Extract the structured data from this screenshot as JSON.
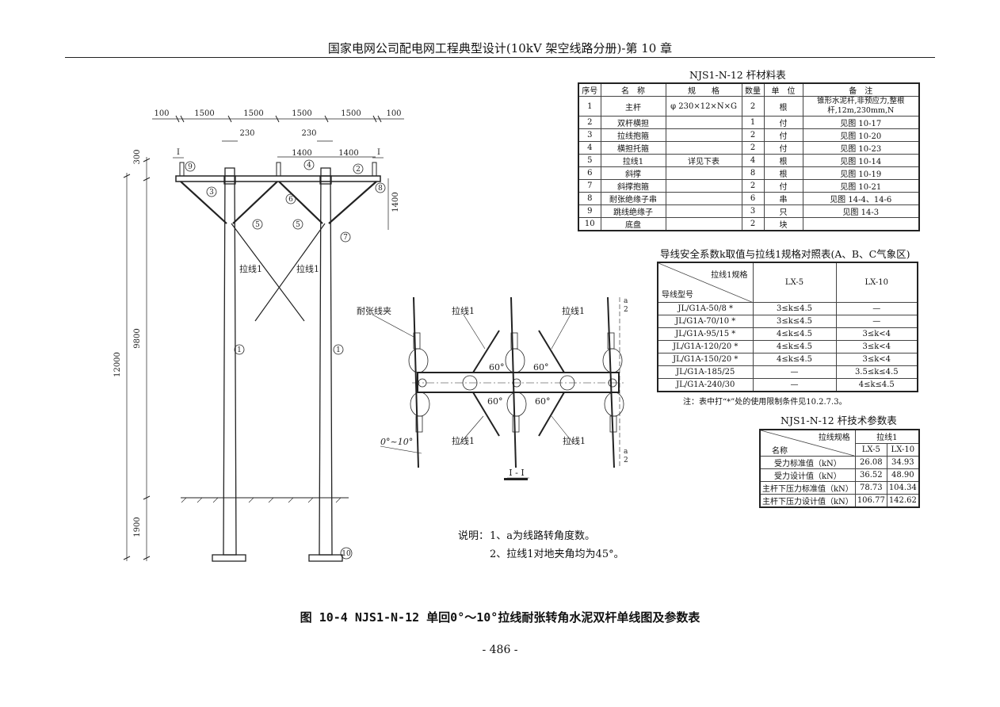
{
  "header": {
    "title": "国家电网公司配电网工程典型设计(10kV 架空线路分册)-第 10 章"
  },
  "materials_table": {
    "title": "NJS1-N-12 杆材料表",
    "headers": [
      "序号",
      "名　称",
      "规　　格",
      "数量",
      "单　位",
      "备　注"
    ],
    "rows": [
      [
        "1",
        "主杆",
        "φ 230×12×N×G",
        "2",
        "根",
        "锥形水泥杆,非预应力,整根杆,12m,230mm,N"
      ],
      [
        "2",
        "双杆横担",
        "",
        "1",
        "付",
        "见图 10-17"
      ],
      [
        "3",
        "拉线抱箍",
        "",
        "2",
        "付",
        "见图 10-20"
      ],
      [
        "4",
        "横担托箍",
        "",
        "2",
        "付",
        "见图 10-23"
      ],
      [
        "5",
        "拉线1",
        "详见下表",
        "4",
        "根",
        "见图 10-14"
      ],
      [
        "6",
        "斜撑",
        "",
        "8",
        "根",
        "见图 10-19"
      ],
      [
        "7",
        "斜撑抱箍",
        "",
        "2",
        "付",
        "见图 10-21"
      ],
      [
        "8",
        "耐张绝缘子串",
        "",
        "6",
        "串",
        "见图 14-4、14-6"
      ],
      [
        "9",
        "跳线绝缘子",
        "",
        "3",
        "只",
        "见图 14-3"
      ],
      [
        "10",
        "底盘",
        "",
        "2",
        "块",
        ""
      ]
    ]
  },
  "k_table": {
    "title": "导线安全系数k取值与拉线1规格对照表(A、B、C气象区)",
    "corner_top": "拉线1规格",
    "corner_bottom": "导线型号",
    "columns": [
      "LX-5",
      "LX-10"
    ],
    "rows": [
      [
        "JL/G1A-50/8 *",
        "3≤k≤4.5",
        "—"
      ],
      [
        "JL/G1A-70/10 *",
        "3≤k≤4.5",
        "—"
      ],
      [
        "JL/G1A-95/15 *",
        "4≤k≤4.5",
        "3≤k<4"
      ],
      [
        "JL/G1A-120/20 *",
        "4≤k≤4.5",
        "3≤k<4"
      ],
      [
        "JL/G1A-150/20 *",
        "4≤k≤4.5",
        "3≤k<4"
      ],
      [
        "JL/G1A-185/25",
        "—",
        "3.5≤k≤4.5"
      ],
      [
        "JL/G1A-240/30",
        "—",
        "4≤k≤4.5"
      ]
    ],
    "note": "注：表中打“*”处的使用限制条件见10.2.7.3。"
  },
  "params_table": {
    "title": "NJS1-N-12 杆技术参数表",
    "corner_top": "拉线规格",
    "corner_bottom": "名称",
    "group": "拉线1",
    "columns": [
      "LX-5",
      "LX-10"
    ],
    "rows": [
      [
        "受力标准值（kN）",
        "26.08",
        "34.93"
      ],
      [
        "受力设计值（kN）",
        "36.52",
        "48.90"
      ],
      [
        "主杆下压力标准值（kN）",
        "78.73",
        "104.34"
      ],
      [
        "主杆下压力设计值（kN）",
        "106.77",
        "142.62"
      ]
    ]
  },
  "drawing": {
    "top_dims": [
      "100",
      "1500",
      "1500",
      "1500",
      "1500",
      "100"
    ],
    "pole_width_dims": [
      "230",
      "230"
    ],
    "arm_dims": [
      "1400",
      "1400"
    ],
    "section_marks": [
      "I",
      "I"
    ],
    "vertical_dims": {
      "total": "12000",
      "top": "300",
      "mid": "9800",
      "bottom": "1900",
      "brace": "1400"
    },
    "callouts": [
      "9",
      "4",
      "2",
      "3",
      "6",
      "8",
      "5",
      "5",
      "7",
      "1",
      "1",
      "10"
    ],
    "guy_labels": [
      "拉线1",
      "拉线1"
    ],
    "section": {
      "clamp_label": "耐张线夹",
      "guy_labels": [
        "拉线1",
        "拉线1",
        "拉线1",
        "拉线1"
      ],
      "angles": [
        "60°",
        "60°",
        "60°",
        "60°"
      ],
      "deviation": "0°~10°",
      "half_angle_num": "a",
      "half_angle_den": "2",
      "title": "I - I"
    }
  },
  "notes": {
    "lead": "说明：",
    "items": [
      "1、a为线路转角度数。",
      "2、拉线1对地夹角均为45°。"
    ]
  },
  "caption": "图 10-4  NJS1-N-12 单回0°～10°拉线耐张转角水泥双杆单线图及参数表",
  "page_number": "- 486 -"
}
